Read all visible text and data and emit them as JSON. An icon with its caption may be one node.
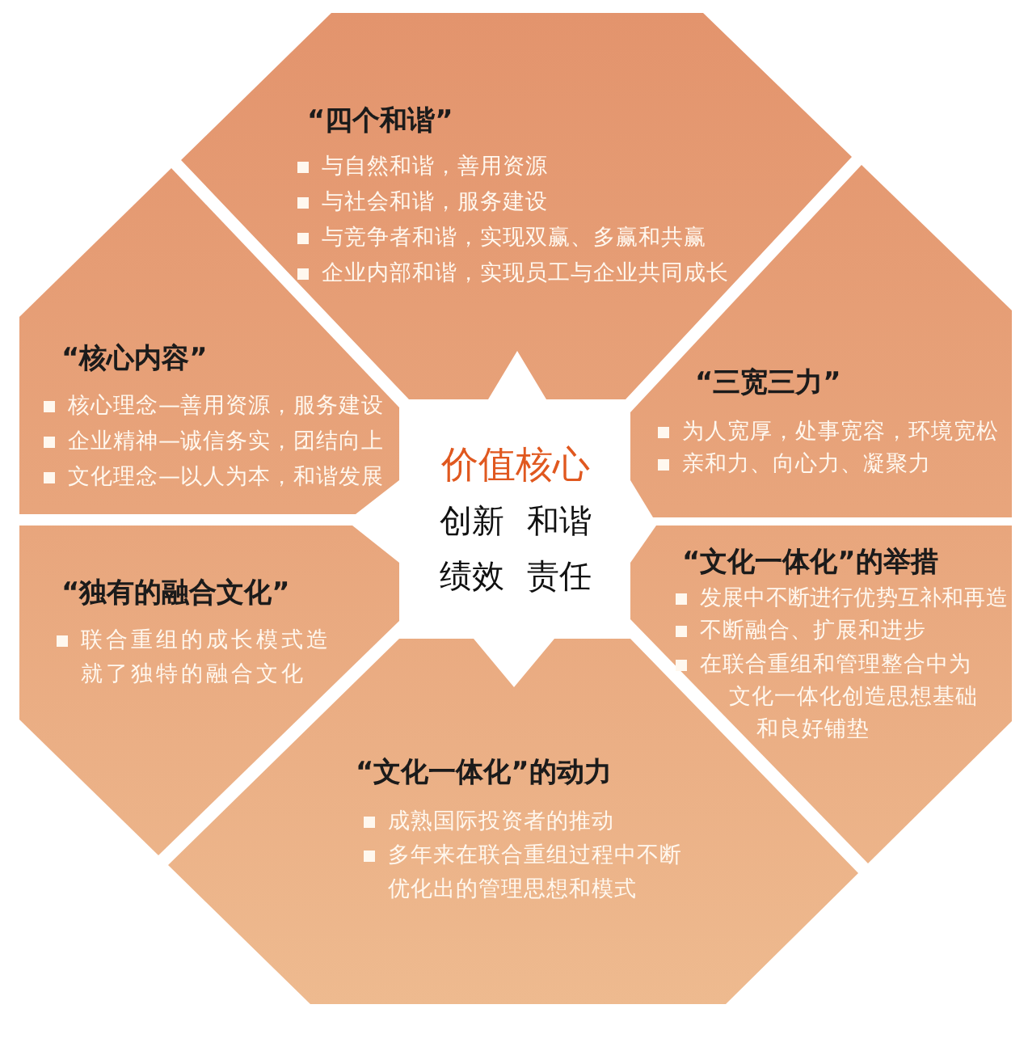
{
  "diagram": {
    "nodes": [
      {
        "text": [
          "“四个和谐”",
          "与自然和谐，善用资源",
          "与社会和谐，服务建设",
          "与竞争者和谐，实现双赢、多赢和共赢",
          "企业内部和谐，实现员工与企业共同成长"
        ]
      },
      {
        "text": [
          "“核心内容”",
          "核心理念—善用资源，服务建设",
          "企业精神—诚信务实，团结向上",
          "文化理念—以人为本，和谐发展"
        ]
      },
      {
        "text": [
          "“三宽三力”",
          "为人宽厚，处事宽容，环境宽松",
          "亲和力、向心力、凝聚力"
        ]
      },
      {
        "text": [
          "“独有的融合文化”",
          "联合重组的成长模式造就了独特的融合文化"
        ]
      },
      {
        "text": [
          "“文化一体化”的举措",
          "发展中不断进行优势互补和再造",
          "不断融合、扩展和进步",
          "在联合重组和管理整合中为文化一体化创造思想基础和良好铺垫"
        ]
      },
      {
        "text": [
          "“文化一体化”的动力",
          "成熟国际投资者的推动",
          "多年来在联合重组过程中不断优化出的管理思想和模式"
        ]
      }
    ],
    "labels": [
      "价值核心",
      "创新",
      "和谐",
      "绩效",
      "责任"
    ]
  }
}
